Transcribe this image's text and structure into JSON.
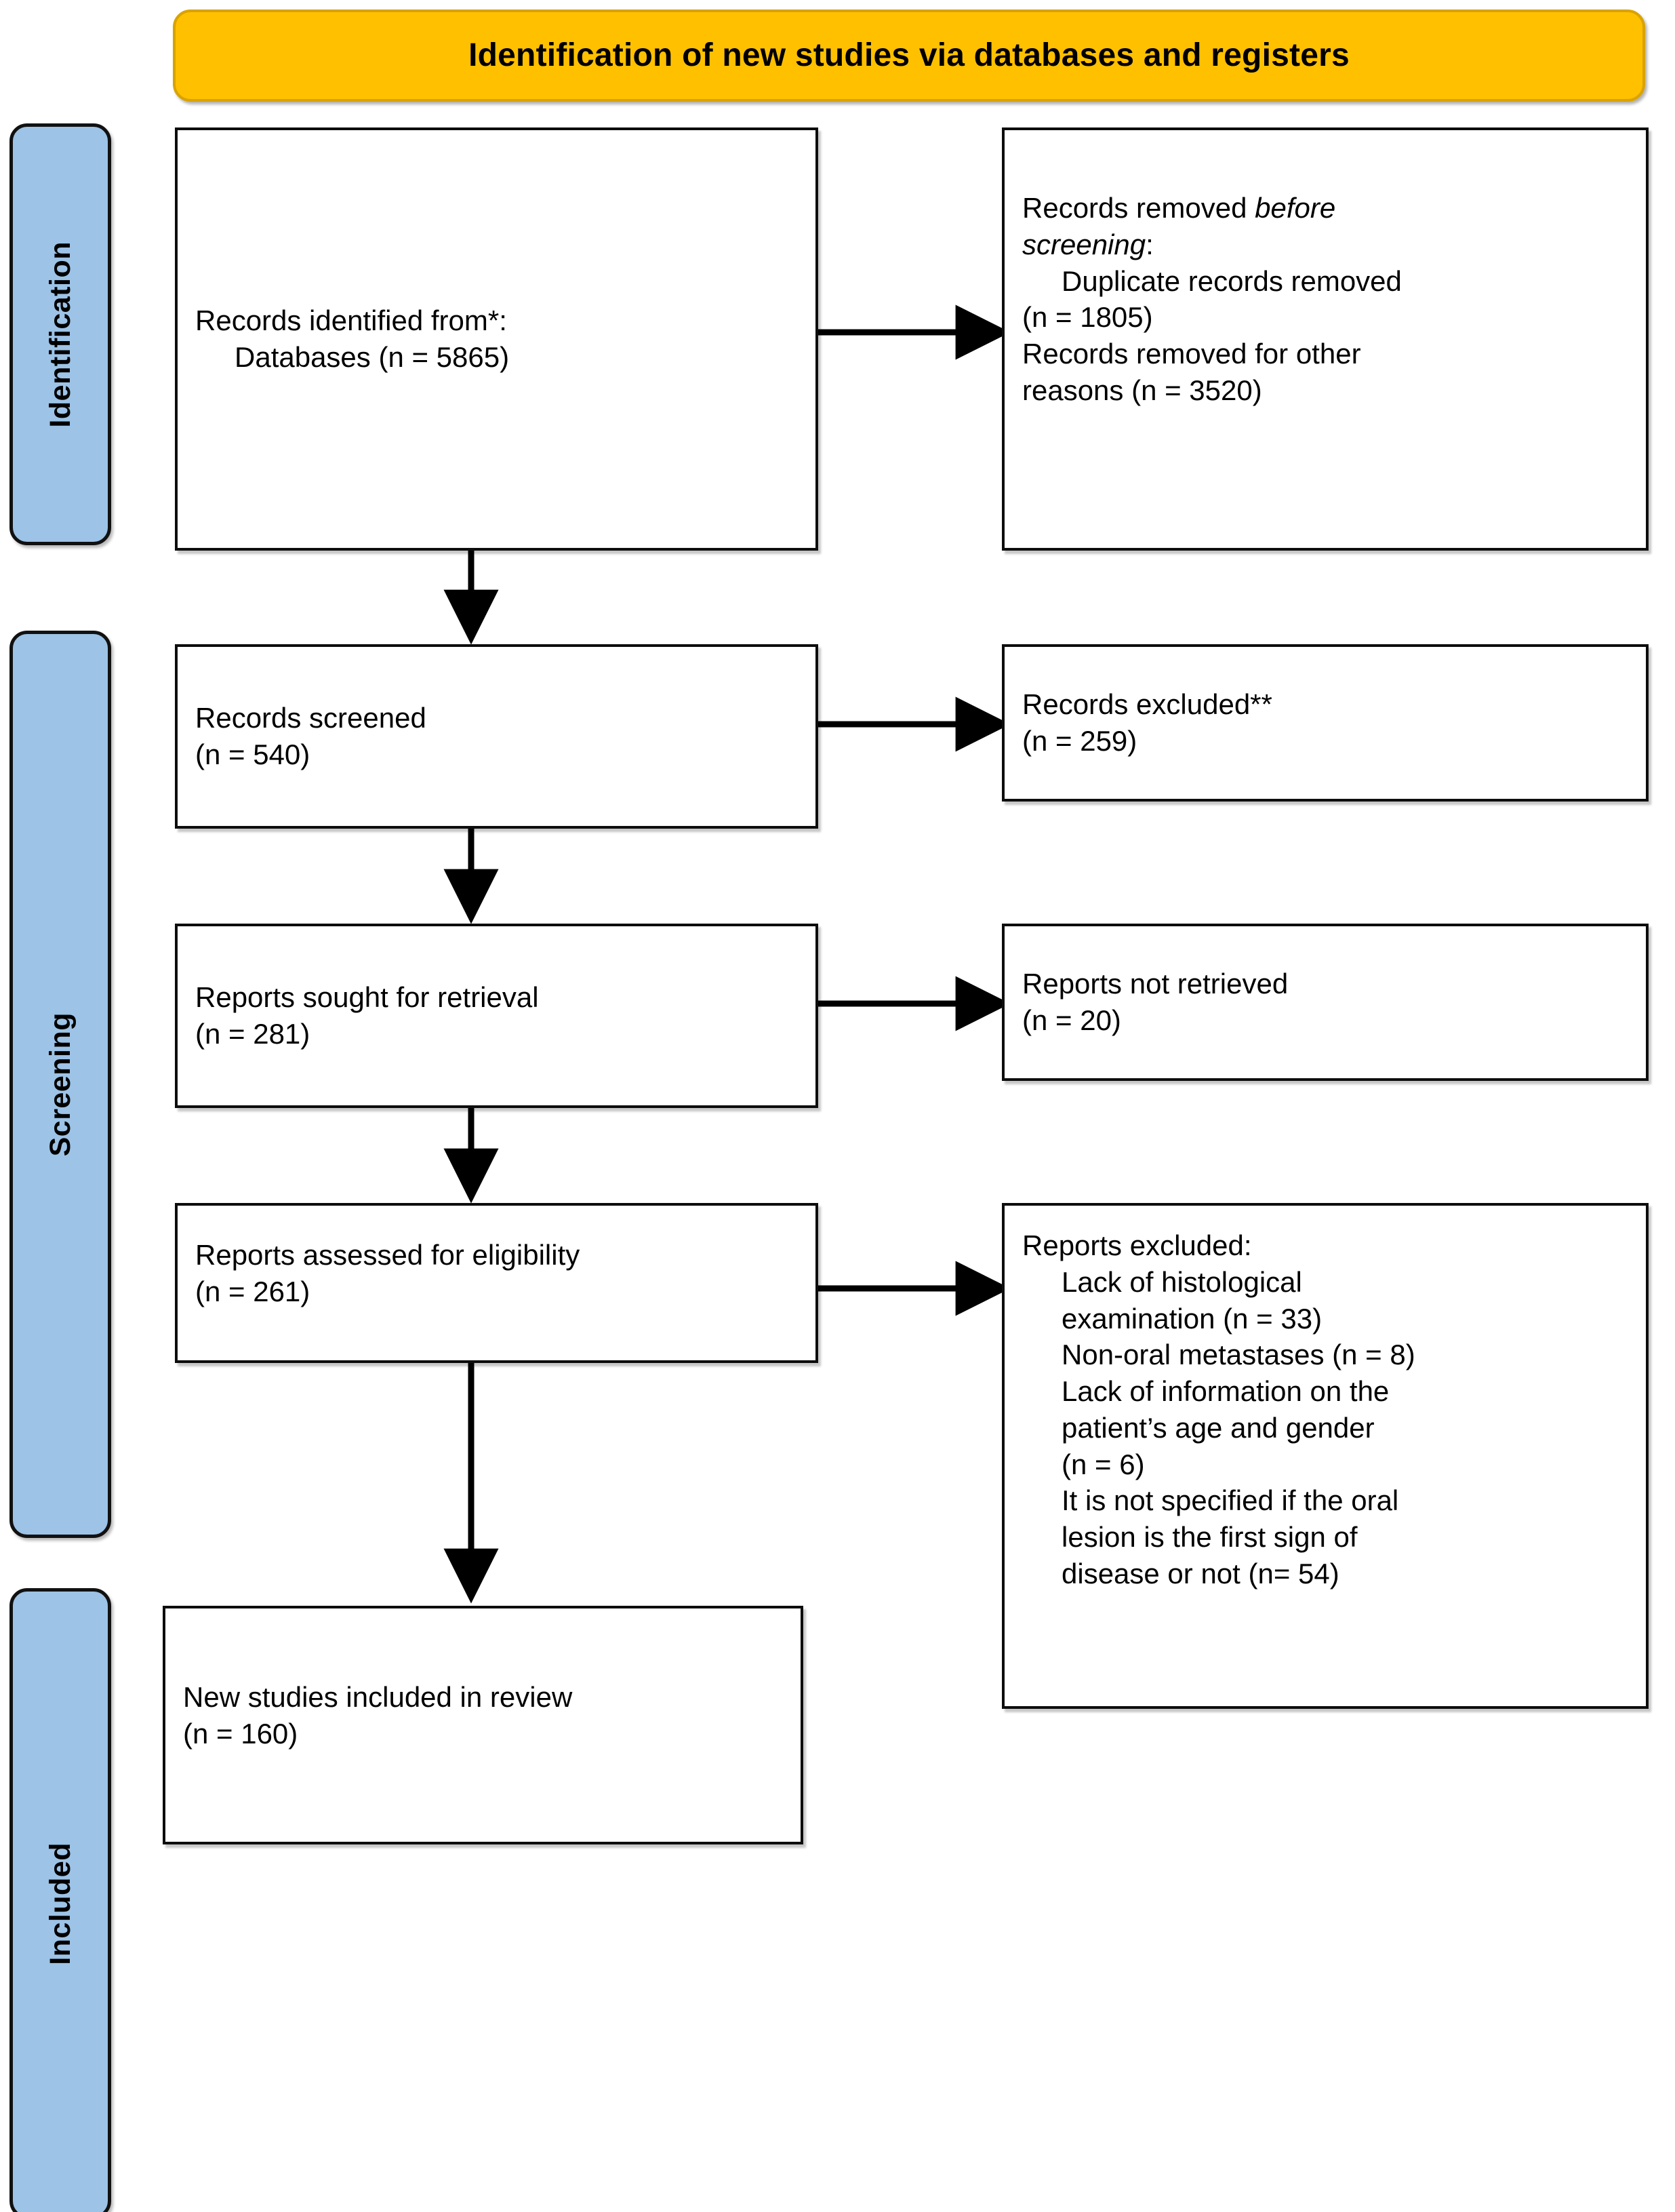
{
  "banner": {
    "title": "Identification of new studies via databases and registers",
    "fill": "#FFC000",
    "border": "#D9A300"
  },
  "phases": {
    "fill": "#9DC3E6",
    "border": "#111111",
    "items": [
      {
        "id": "identification",
        "label": "Identification"
      },
      {
        "id": "screening",
        "label": "Screening"
      },
      {
        "id": "included",
        "label": "Included"
      }
    ]
  },
  "boxes": {
    "identified": {
      "line1": "Records identified from*:",
      "line2": "Databases (n = 5865)"
    },
    "removed_before_screening": {
      "line1a": "Records removed ",
      "line1b": "before",
      "line2a": "screening",
      "line2b": ":",
      "line3": "Duplicate records removed",
      "line4": "(n = 1805)",
      "line5": "Records removed for other",
      "line6": "reasons (n = 3520)"
    },
    "records_screened": {
      "line1": "Records screened",
      "line2": "(n = 540)"
    },
    "records_excluded": {
      "line1": "Records excluded**",
      "line2": "(n = 259)"
    },
    "reports_sought": {
      "line1": "Reports sought for retrieval",
      "line2": "(n = 281)"
    },
    "reports_not_retrieved": {
      "line1": "Reports not retrieved",
      "line2": "(n = 20)"
    },
    "reports_assessed": {
      "line1": "Reports assessed for eligibility",
      "line2": "(n = 261)"
    },
    "reports_excluded": {
      "line1": "Reports excluded:",
      "line2": "Lack of histological",
      "line3": "examination (n = 33)",
      "line4": "Non-oral metastases (n = 8)",
      "line5": "Lack of information on the",
      "line6": "patient’s age and gender",
      "line7": "(n = 6)",
      "line8": "It is not specified if the oral",
      "line9": "lesion is the first sign of",
      "line10": "disease or not (n= 54)"
    },
    "new_studies_included": {
      "line1": "New studies included in review",
      "line2": "(n = 160)"
    }
  },
  "counts": {
    "databases": 5865,
    "duplicates_removed": 1805,
    "removed_other_reasons": 3520,
    "records_screened": 540,
    "records_excluded": 259,
    "reports_sought": 281,
    "reports_not_retrieved": 20,
    "reports_assessed": 261,
    "excluded_no_histology": 33,
    "excluded_non_oral_metastases": 8,
    "excluded_no_age_gender": 6,
    "excluded_unspecified_first_sign": 54,
    "new_studies_included": 160
  }
}
